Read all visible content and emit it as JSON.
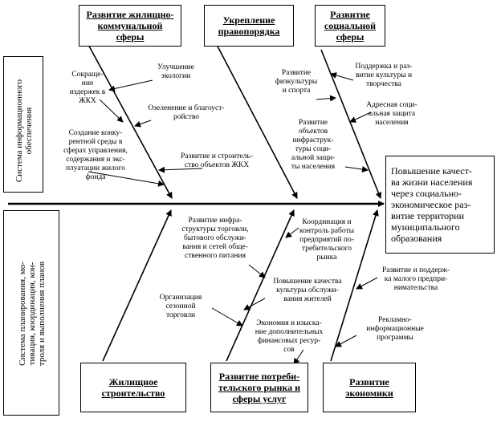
{
  "categories_top": [
    {
      "id": "housing-utilities",
      "label": "Развитие жилищно-\nкоммунальной\nсферы"
    },
    {
      "id": "law-order",
      "label": "Укрепление\nправопорядка"
    },
    {
      "id": "social-sphere",
      "label": "Развитие\nсоциальной\nсферы"
    }
  ],
  "categories_bottom": [
    {
      "id": "housing-construction",
      "label": "Жилищное\nстроительство"
    },
    {
      "id": "consumer-market",
      "label": "Развитие потреби-\nтельского рынка и\nсферы услуг"
    },
    {
      "id": "economy",
      "label": "Развитие\nэкономики"
    }
  ],
  "left_labels": {
    "top": "Система информационного\nобеспечения",
    "bottom": "Система планирования, мо-\nтивация, координация, кон-\nтроля и выполнения планов"
  },
  "outcome": "Повышение качест-\nва жизни населения\nчерез социально-\nэкономическое раз-\nвитие территории\nмуниципального\nобразования",
  "factors": {
    "housing_utilities": [
      "Улучшение\nэкологии",
      "Сокраще-\nние\nиздержек в\nЖКХ",
      "Озеленение и благоуст-\nройство",
      "Создание конку-\nрентной среды в\nсферах управления,\nсодержания и экс-\nплуатации жилого\nфонда",
      "Развитие и строитель-\nство объектов ЖКХ"
    ],
    "social": [
      "Развитие\nфизкультуры\nи спорта",
      "Поддержка и раз-\nвитие культуры и\nтворчества",
      "Адресная соци-\nальная защита\nнаселения",
      "Развитие\nобъектов\nинфраструк-\nтуры соци-\nальной защи-\nты населения"
    ],
    "consumer": [
      "Развитие инфра-\nструктуры торговли,\nбытового обслужи-\nвания и сетей обще-\nственного питания",
      "Координация и\nконтроль работы\nпредприятий по-\nтребительского\nрынка",
      "Повышение качества\nкультуры обслужи-\nвания жителей",
      "Организация\nсезонной\nторговли",
      "Экономия и изыска-\nние дополнительных\nфинансовых ресур-\nсов"
    ],
    "economy": [
      "Развитие и поддерж-\nка малого предпри-\nнимательства",
      "Рекламно-\nинформационные\nпрограммы"
    ]
  }
}
